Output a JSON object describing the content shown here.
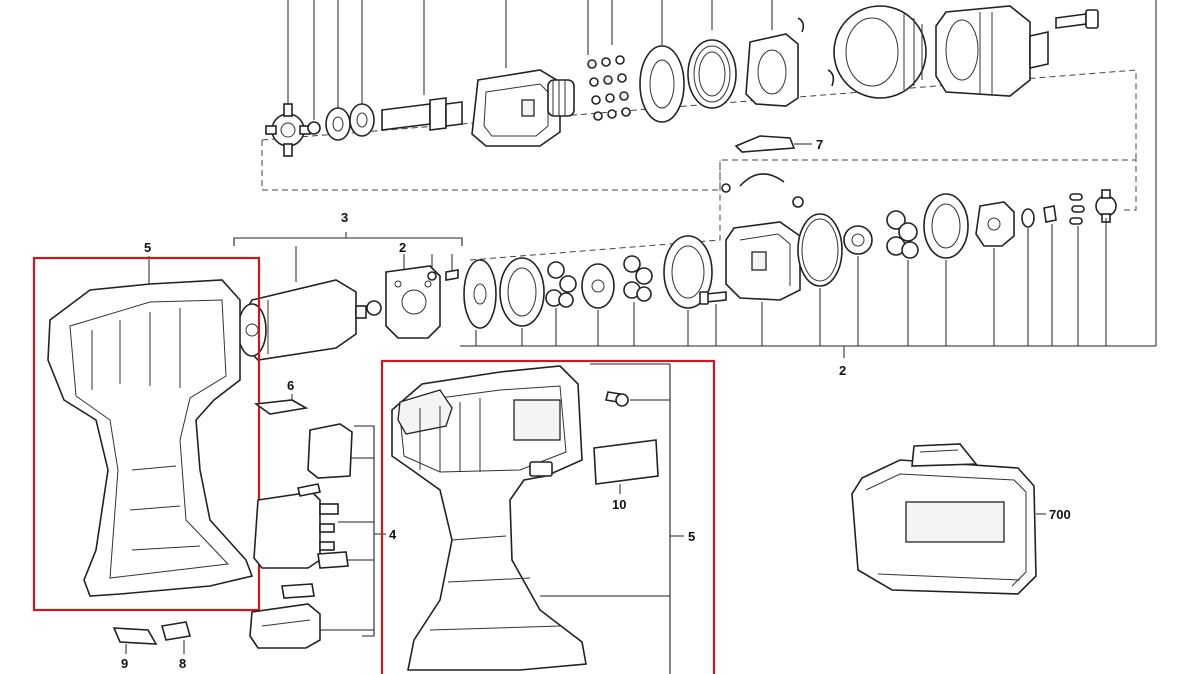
{
  "colors": {
    "highlight": "#d0161e",
    "line": "#222222",
    "background": "#ffffff"
  },
  "callouts": {
    "top_assembly": "3",
    "motor_plate": "2",
    "left_housing": "5",
    "switch_clip": "6",
    "trigger_switch": "4",
    "slide_small": "9",
    "slide_clip": "8",
    "grip_clip": "7",
    "gearbox": "2",
    "right_housing": "5",
    "label": "10",
    "carry_case": "700"
  }
}
